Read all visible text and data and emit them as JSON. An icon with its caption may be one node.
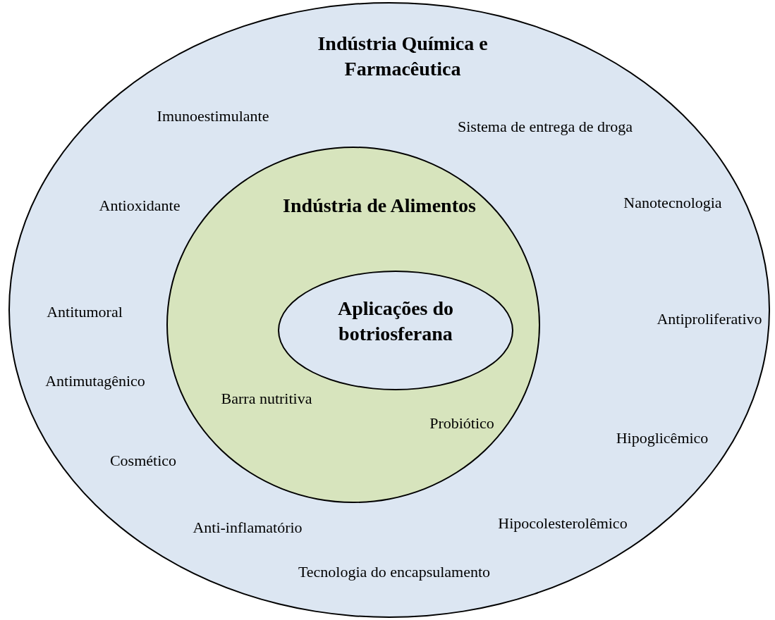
{
  "diagram": {
    "nodes": [
      {
        "text": [
          "Indústria Química e Farmacêutica",
          "Imunoestimulante",
          "Sistema de entrega de droga",
          "Antioxidante",
          "Nanotecnologia",
          "Antitumoral",
          "Antiproliferativo",
          "Antimutagênico",
          "Hipoglicêmico",
          "Cosmético",
          "Anti-inflamatório",
          "Hipocolesterolêmico",
          "Tecnologia do encapsulamento"
        ]
      },
      {
        "text": [
          "Indústria de Alimentos",
          "Barra nutritiva",
          "Probiótico"
        ],
        "in": 0
      },
      {
        "text": [
          "Aplicações do botriosferana"
        ],
        "in": 1
      }
    ]
  }
}
